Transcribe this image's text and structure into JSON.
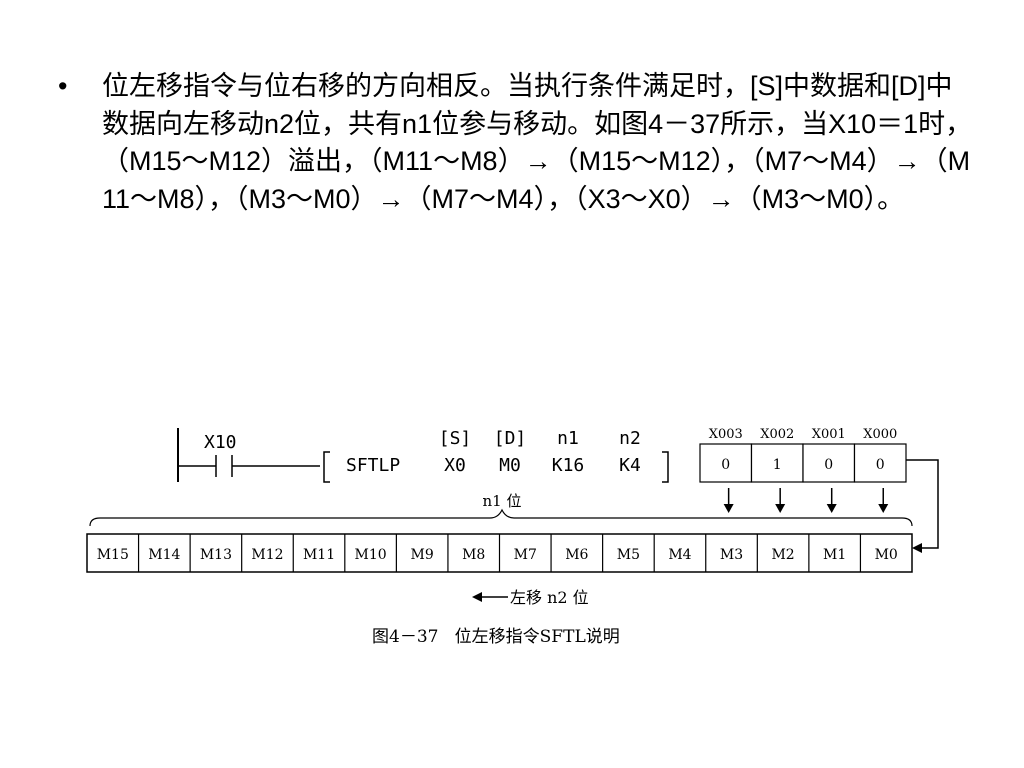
{
  "paragraph": {
    "bullet": "•",
    "text": "位左移指令与位右移的方向相反。当执行条件满足时，[S]中数据和[D]中数据向左移动n2位，共有n1位参与移动。如图4－37所示，当X10＝1时，（M15～M12）溢出，（M11～M8）→（M15～M12），（M7～M4）→（M11～M8），（M3～M0）→（M7～M4），（X3～X0）→（M3～M0）。"
  },
  "diagram": {
    "contact_label": "X10",
    "instruction": {
      "mnemonic": "SFTLP",
      "operands": [
        {
          "header": "[S]",
          "value": "X0"
        },
        {
          "header": "[D]",
          "value": "M0"
        },
        {
          "header": "n1",
          "value": "K16"
        },
        {
          "header": "n2",
          "value": "K4"
        }
      ]
    },
    "inputs": [
      {
        "label": "X003",
        "value": "0"
      },
      {
        "label": "X002",
        "value": "1"
      },
      {
        "label": "X001",
        "value": "0"
      },
      {
        "label": "X000",
        "value": "0"
      }
    ],
    "n1_label": "n1 位",
    "registers": [
      "M15",
      "M14",
      "M13",
      "M12",
      "M11",
      "M10",
      "M9",
      "M8",
      "M7",
      "M6",
      "M5",
      "M4",
      "M3",
      "M2",
      "M1",
      "M0"
    ],
    "shift_label": "左移 n2 位",
    "caption": "图4－37   位左移指令SFTL说明"
  }
}
